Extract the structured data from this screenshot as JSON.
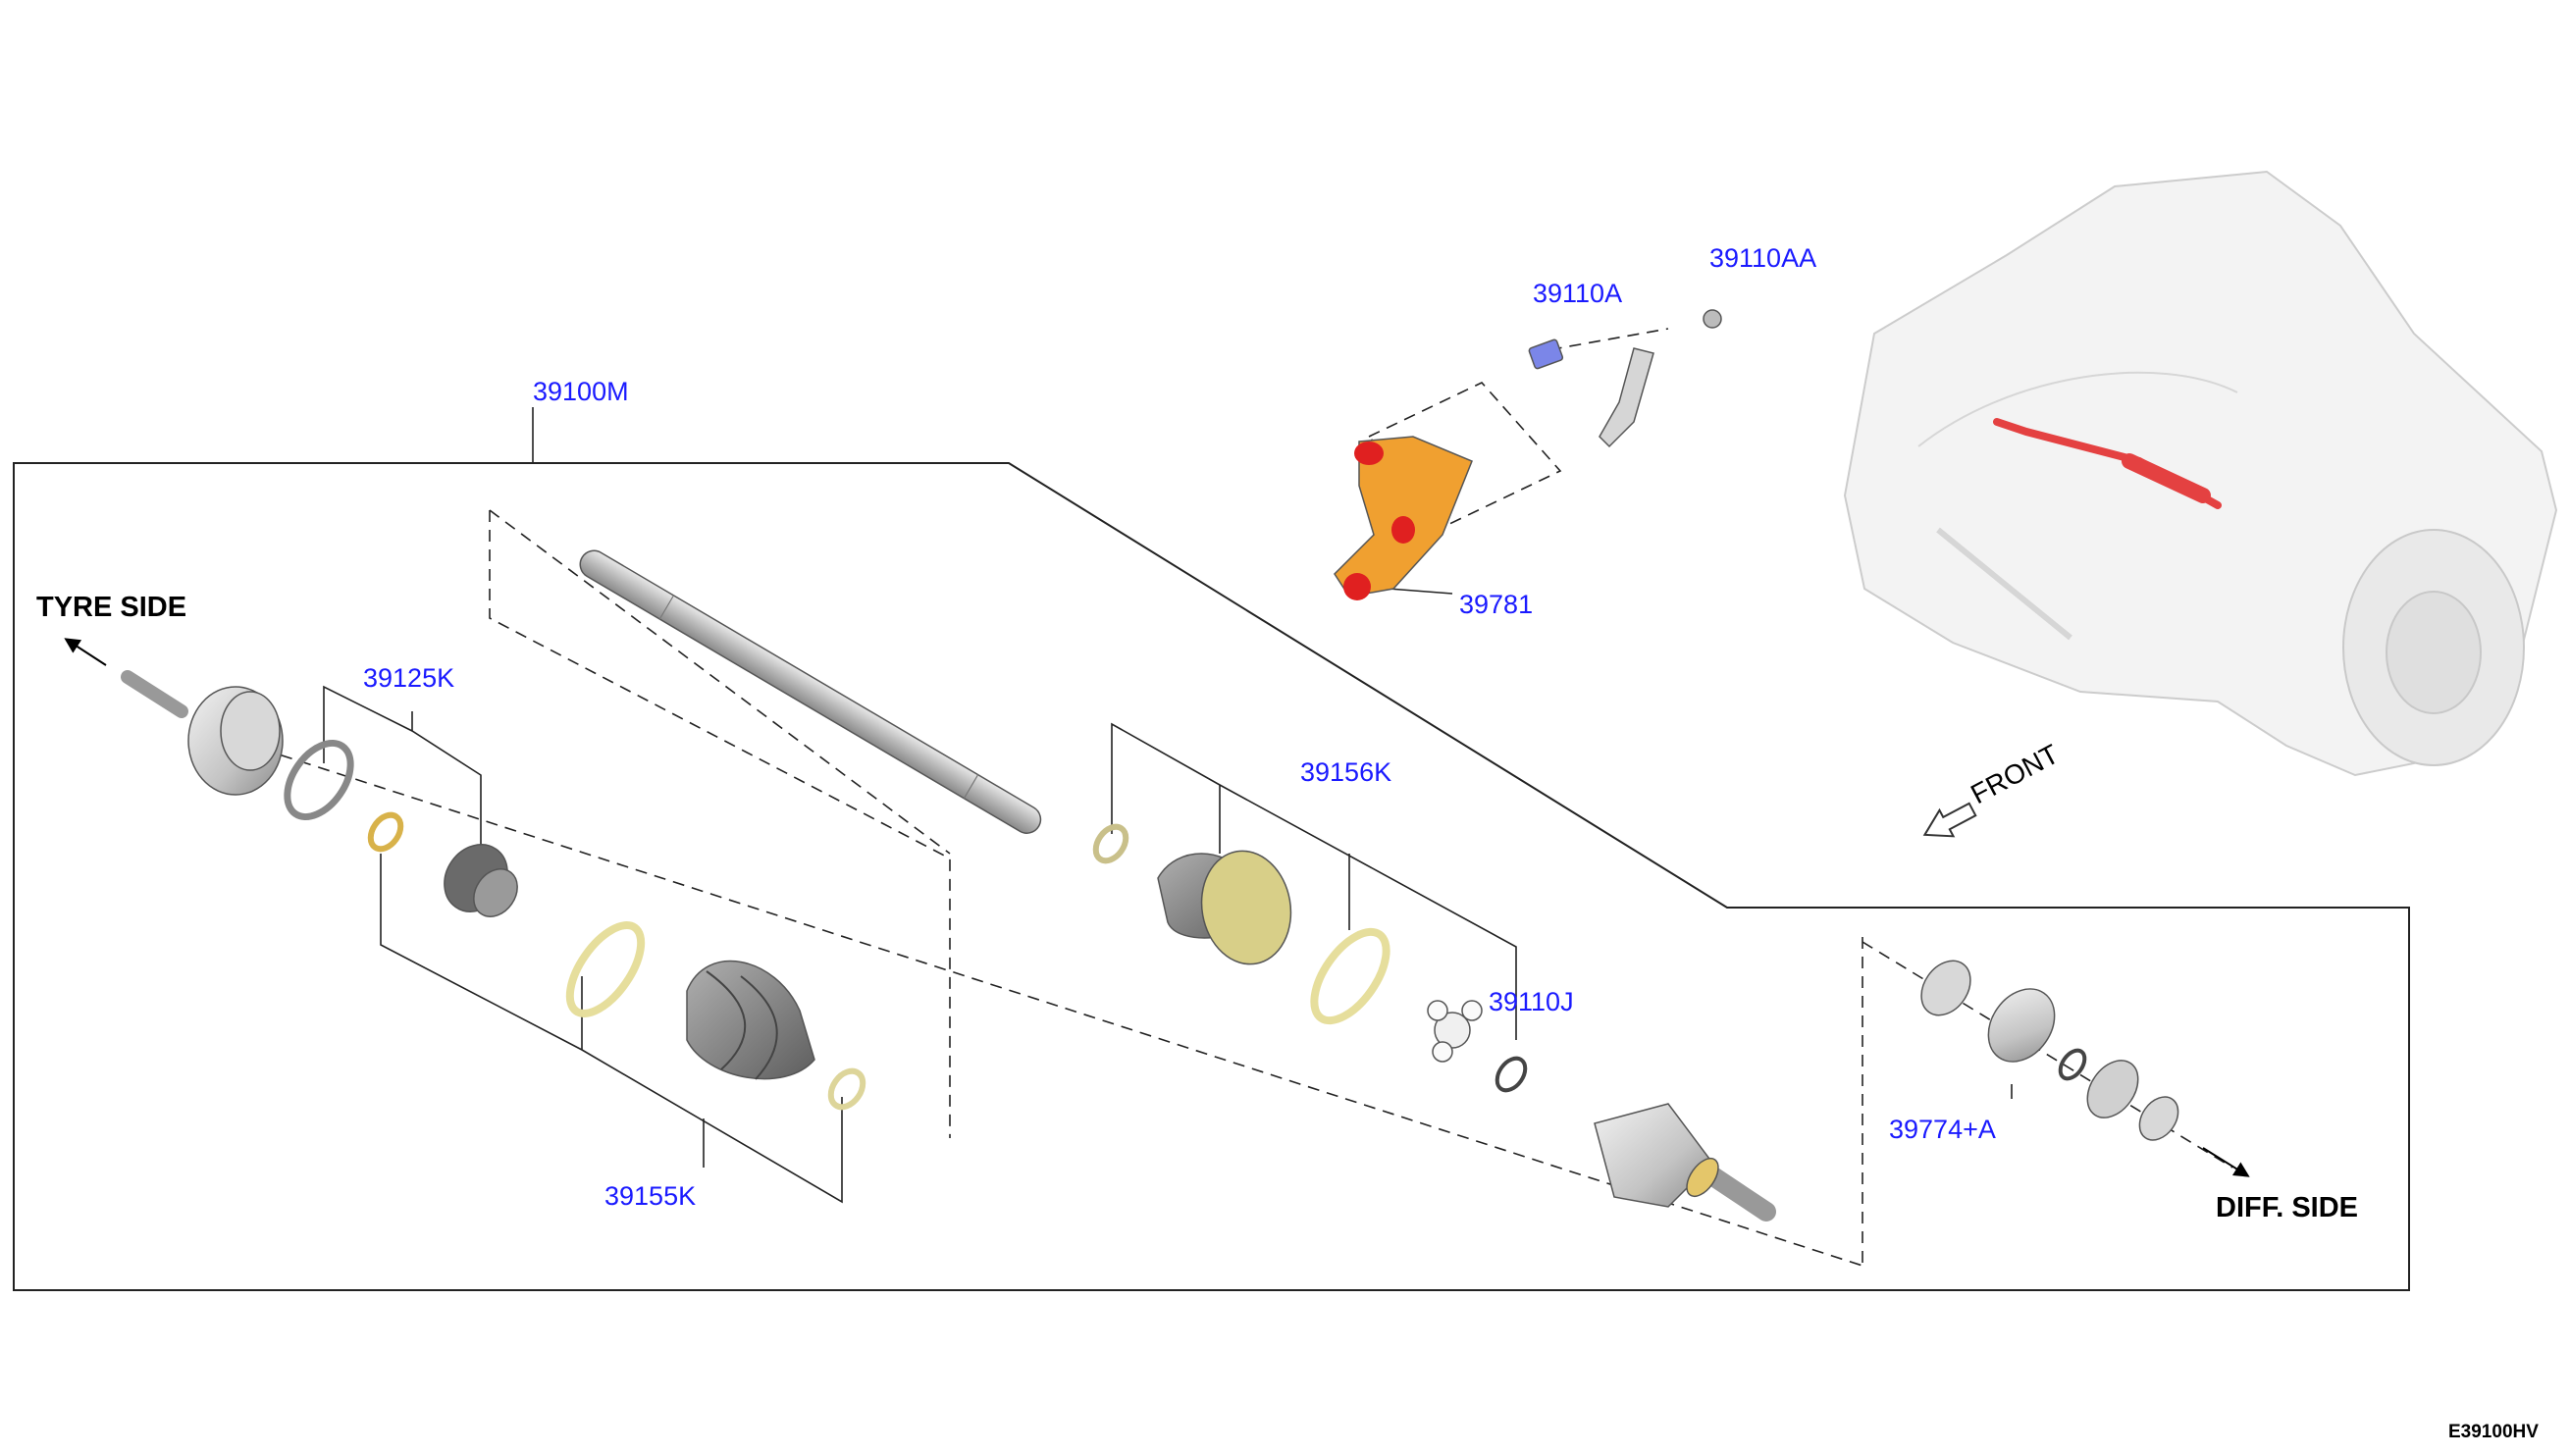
{
  "labels": {
    "tyre_side": "TYRE SIDE",
    "diff_side": "DIFF. SIDE",
    "front": "FRONT",
    "diagram_code": "E39100HV"
  },
  "parts": {
    "p39100M": "39100M",
    "p39110A": "39110A",
    "p39110AA": "39110AA",
    "p39781": "39781",
    "p39125K": "39125K",
    "p39156K": "39156K",
    "p39110J": "39110J",
    "p39155K": "39155K",
    "p39774A": "39774+A"
  },
  "colors": {
    "label_blue": "#1a1aff",
    "bracket_orange": "#f0a030",
    "highlight_red": "#e02020",
    "bolt_blue": "#7b86e8",
    "boot_grey": "#888888",
    "ring_yellow": "#f3e9a0"
  }
}
